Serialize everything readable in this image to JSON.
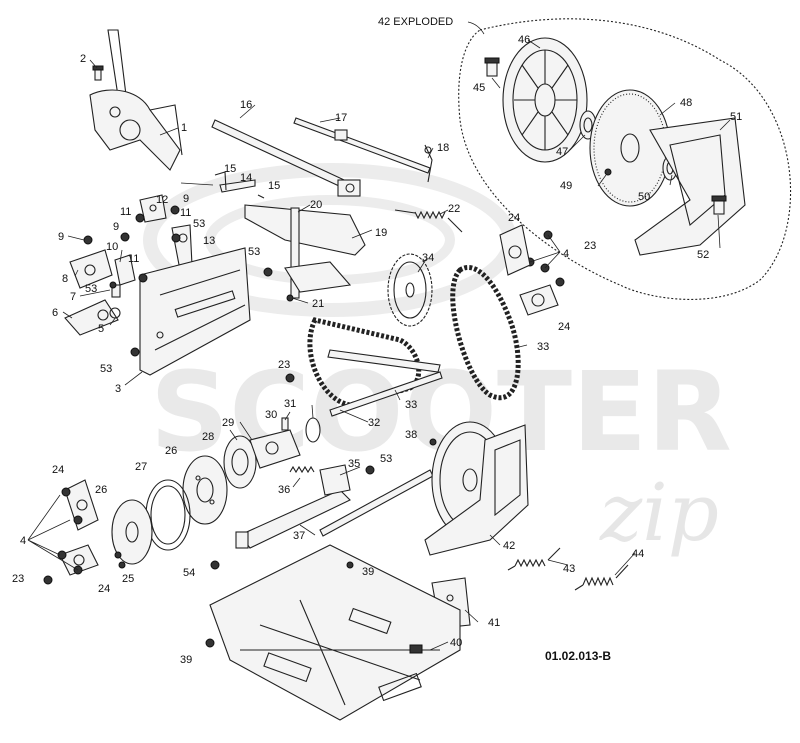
{
  "exploded_title": "42 EXPLODED",
  "reference_code": "01.02.013-B",
  "watermark": {
    "main": "SCOOTER",
    "script": "zip"
  },
  "callouts": [
    {
      "id": "c1",
      "text": "1"
    },
    {
      "id": "c2",
      "text": "2"
    },
    {
      "id": "c3",
      "text": "3"
    },
    {
      "id": "c4a",
      "text": "4"
    },
    {
      "id": "c4b",
      "text": "4"
    },
    {
      "id": "c5",
      "text": "5"
    },
    {
      "id": "c6",
      "text": "6"
    },
    {
      "id": "c7",
      "text": "7"
    },
    {
      "id": "c8",
      "text": "8"
    },
    {
      "id": "c9a",
      "text": "9"
    },
    {
      "id": "c9b",
      "text": "9"
    },
    {
      "id": "c9c",
      "text": "9"
    },
    {
      "id": "c10",
      "text": "10"
    },
    {
      "id": "c11a",
      "text": "11"
    },
    {
      "id": "c11b",
      "text": "11"
    },
    {
      "id": "c11c",
      "text": "11"
    },
    {
      "id": "c12",
      "text": "12"
    },
    {
      "id": "c13",
      "text": "13"
    },
    {
      "id": "c14",
      "text": "14"
    },
    {
      "id": "c15a",
      "text": "15"
    },
    {
      "id": "c15b",
      "text": "15"
    },
    {
      "id": "c16",
      "text": "16"
    },
    {
      "id": "c17",
      "text": "17"
    },
    {
      "id": "c18",
      "text": "18"
    },
    {
      "id": "c19",
      "text": "19"
    },
    {
      "id": "c20",
      "text": "20"
    },
    {
      "id": "c21",
      "text": "21"
    },
    {
      "id": "c22",
      "text": "22"
    },
    {
      "id": "c23a",
      "text": "23"
    },
    {
      "id": "c23b",
      "text": "23"
    },
    {
      "id": "c23c",
      "text": "23"
    },
    {
      "id": "c24a",
      "text": "24"
    },
    {
      "id": "c24b",
      "text": "24"
    },
    {
      "id": "c24c",
      "text": "24"
    },
    {
      "id": "c24d",
      "text": "24"
    },
    {
      "id": "c25",
      "text": "25"
    },
    {
      "id": "c26a",
      "text": "26"
    },
    {
      "id": "c26b",
      "text": "26"
    },
    {
      "id": "c27",
      "text": "27"
    },
    {
      "id": "c28",
      "text": "28"
    },
    {
      "id": "c29",
      "text": "29"
    },
    {
      "id": "c30",
      "text": "30"
    },
    {
      "id": "c31",
      "text": "31"
    },
    {
      "id": "c32",
      "text": "32"
    },
    {
      "id": "c33a",
      "text": "33"
    },
    {
      "id": "c33b",
      "text": "33"
    },
    {
      "id": "c34",
      "text": "34"
    },
    {
      "id": "c35",
      "text": "35"
    },
    {
      "id": "c36",
      "text": "36"
    },
    {
      "id": "c37",
      "text": "37"
    },
    {
      "id": "c38",
      "text": "38"
    },
    {
      "id": "c39a",
      "text": "39"
    },
    {
      "id": "c39b",
      "text": "39"
    },
    {
      "id": "c40",
      "text": "40"
    },
    {
      "id": "c41",
      "text": "41"
    },
    {
      "id": "c42",
      "text": "42"
    },
    {
      "id": "c43",
      "text": "43"
    },
    {
      "id": "c44",
      "text": "44"
    },
    {
      "id": "c45",
      "text": "45"
    },
    {
      "id": "c46",
      "text": "46"
    },
    {
      "id": "c47",
      "text": "47"
    },
    {
      "id": "c48",
      "text": "48"
    },
    {
      "id": "c49",
      "text": "49"
    },
    {
      "id": "c50",
      "text": "50"
    },
    {
      "id": "c51",
      "text": "51"
    },
    {
      "id": "c52",
      "text": "52"
    },
    {
      "id": "c53a",
      "text": "53"
    },
    {
      "id": "c53b",
      "text": "53"
    },
    {
      "id": "c53c",
      "text": "53"
    },
    {
      "id": "c53d",
      "text": "53"
    },
    {
      "id": "c53e",
      "text": "53"
    },
    {
      "id": "c54",
      "text": "54"
    }
  ]
}
